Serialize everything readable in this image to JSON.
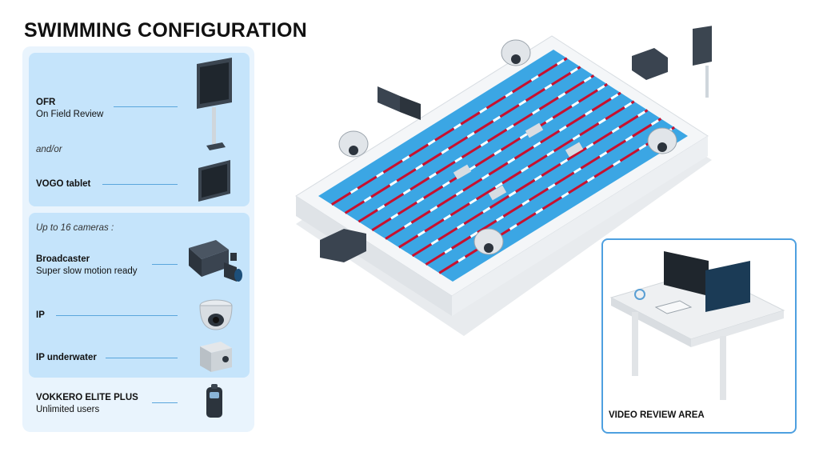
{
  "title": "SWIMMING CONFIGURATION",
  "ofr": {
    "name": "OFR",
    "desc": "On Field Review"
  },
  "andor": "and/or",
  "vogo": {
    "name": "VOGO tablet"
  },
  "cameras_intro": "Up to 16 cameras :",
  "broadcaster": {
    "name": "Broadcaster",
    "desc": "Super slow motion ready"
  },
  "ip": {
    "name": "IP"
  },
  "ip_underwater": {
    "name": "IP underwater"
  },
  "vokkero": {
    "name": "VOKKERO ELITE PLUS",
    "desc": "Unlimited users"
  },
  "review_area": "VIDEO REVIEW AREA",
  "icons": [
    "monitor-stand-icon",
    "tablet-icon",
    "broadcast-camera-icon",
    "dome-camera-icon",
    "underwater-camera-icon",
    "radio-device-icon"
  ],
  "colors": {
    "pool_water": "#3ba6e4",
    "lane_red": "#c8102e",
    "lane_white": "#ffffff",
    "panel_bg": "#e9f4fd",
    "box_bg": "#c5e4fb",
    "accent": "#4ea0e0"
  }
}
